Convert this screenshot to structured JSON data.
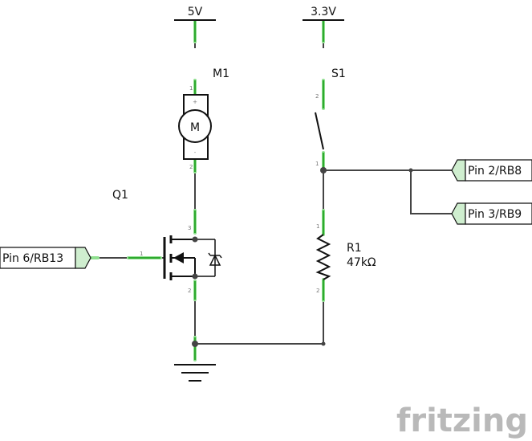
{
  "supplies": {
    "v5": "5V",
    "v33": "3.3V"
  },
  "parts": {
    "motor": {
      "ref": "M1",
      "symbol": "M",
      "plus": "+",
      "minus": "-",
      "pin1": "1",
      "pin2": "2"
    },
    "switch": {
      "ref": "S1",
      "pin1": "1",
      "pin2": "2"
    },
    "mosfet": {
      "ref": "Q1",
      "pin1": "1",
      "pin2": "2",
      "pin3": "3"
    },
    "resistor": {
      "ref": "R1",
      "value": "47kΩ",
      "pin1": "1",
      "pin2": "2"
    }
  },
  "connectors": {
    "pin6": "Pin 6/RB13",
    "pin2": "Pin 2/RB8",
    "pin3": "Pin 3/RB9"
  },
  "brand": "fritzing",
  "colors": {
    "wire": "#444444",
    "lead": "#8fe08f",
    "lead_core": "#2fa82f",
    "logo": "#b9b9b9"
  }
}
